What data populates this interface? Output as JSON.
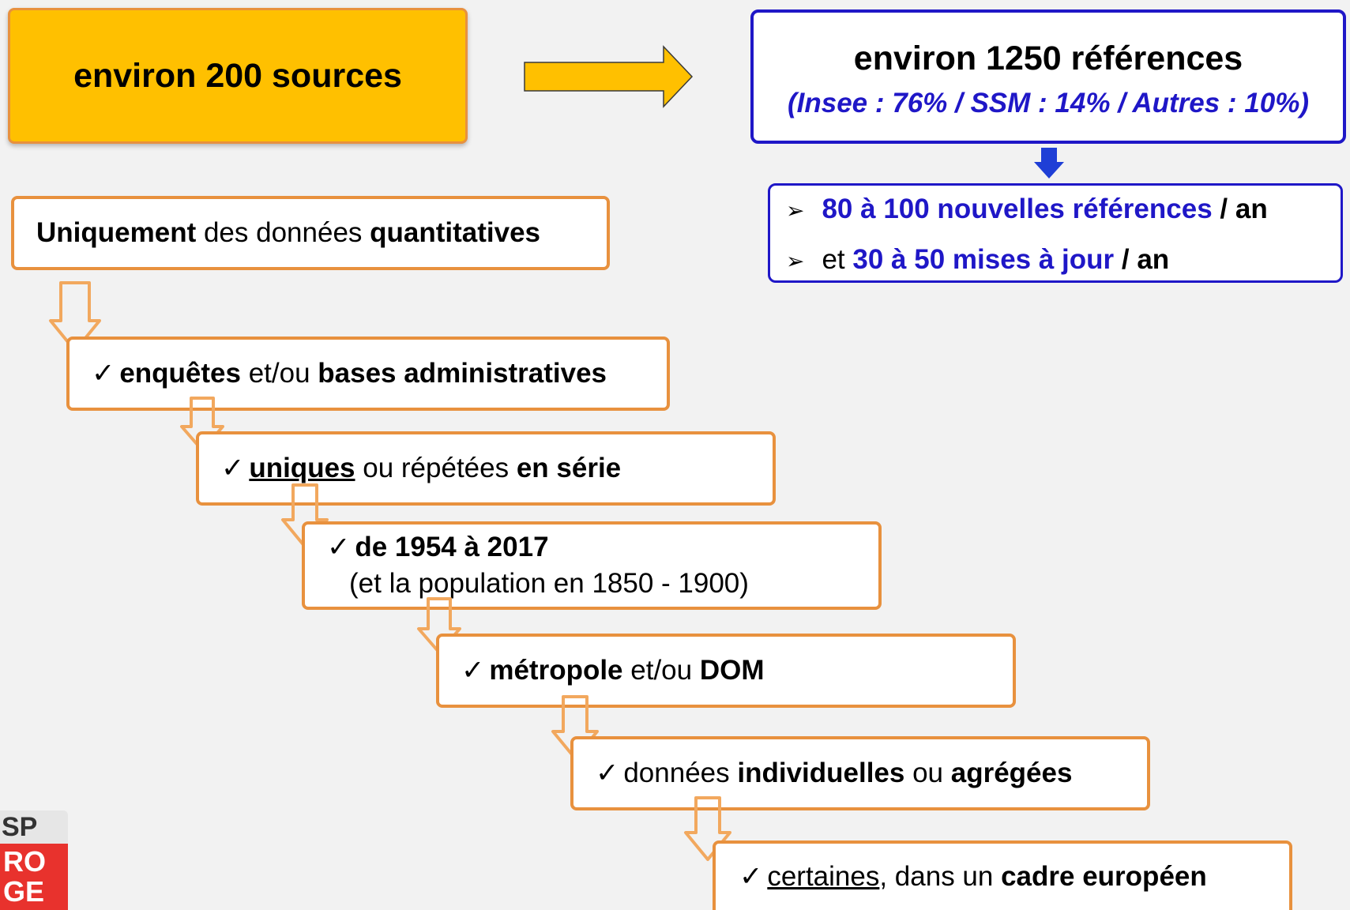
{
  "sources": {
    "text": "environ 200 sources"
  },
  "references": {
    "title": "environ 1250 références",
    "breakdown": "(Insee : 76% / SSM : 14% / Autres : 10%)"
  },
  "yearly": {
    "line1": {
      "highlight": "80 à 100 nouvelles références",
      "suffix": " / an"
    },
    "line2": {
      "prefix": "et ",
      "highlight": "30 à 50 mises à jour",
      "suffix": " / an"
    }
  },
  "steps": {
    "s0": {
      "a": "Uniquement",
      "b": " des données ",
      "c": "quantitatives"
    },
    "s1": {
      "a": "enquêtes",
      "b": " et/ou ",
      "c": "bases administratives"
    },
    "s2": {
      "a": "uniques",
      "b": " ou répétées ",
      "c": "en série"
    },
    "s3": {
      "a": "de 1954 à 2017",
      "b": "(et la population en 1850 - 1900)"
    },
    "s4": {
      "a": "métropole",
      "b": " et/ou ",
      "c": "DOM"
    },
    "s5": {
      "a": "données ",
      "b": "individuelles",
      "c": " ou ",
      "d": "agrégées"
    },
    "s6": {
      "a": "certaines",
      "b": ", dans un ",
      "c": "cadre européen"
    }
  },
  "logo": {
    "line1": "SP",
    "line2": "RO",
    "line3": "GE"
  },
  "colors": {
    "background": "#f2f2f2",
    "gold": "#ffc000",
    "orange_border": "#e8913e",
    "navy": "#1f17c7"
  }
}
